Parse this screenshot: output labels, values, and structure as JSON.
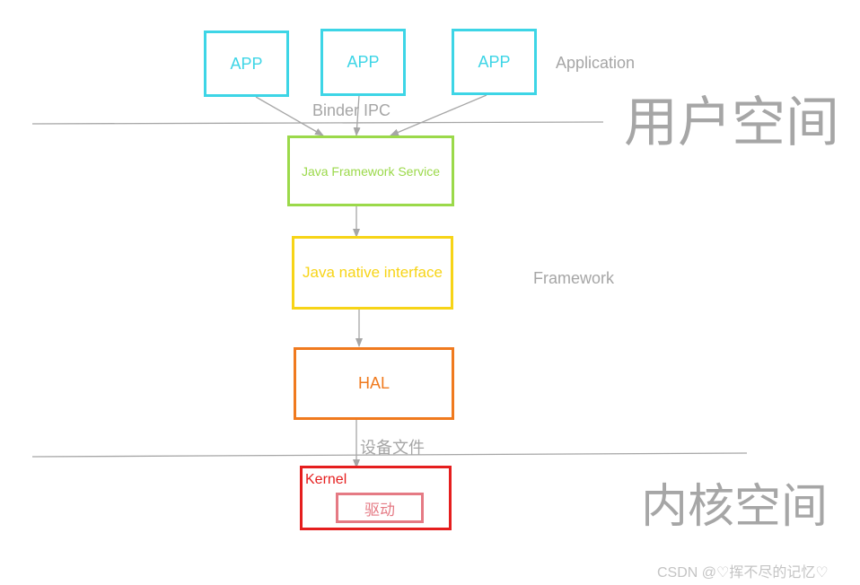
{
  "diagram": {
    "apps": [
      "APP",
      "APP",
      "APP"
    ],
    "application_label": "Application",
    "binder_ipc_label": "Binder IPC",
    "user_space_label": "用户空间",
    "java_framework_service": "Java Framework Service",
    "java_native_interface": "Java native interface",
    "framework_label": "Framework",
    "hal": "HAL",
    "device_file_label": "设备文件",
    "kernel": "Kernel",
    "driver": "驱动",
    "kernel_space_label": "内核空间",
    "watermark": "CSDN @♡挥不尽的记忆♡"
  },
  "colors": {
    "app": "#3dd5e6",
    "framework_service": "#9bd94a",
    "jni": "#f7d417",
    "hal": "#f07a1e",
    "kernel": "#e51e1e",
    "driver": "#e57a84",
    "lines": "#a6a6a6"
  }
}
